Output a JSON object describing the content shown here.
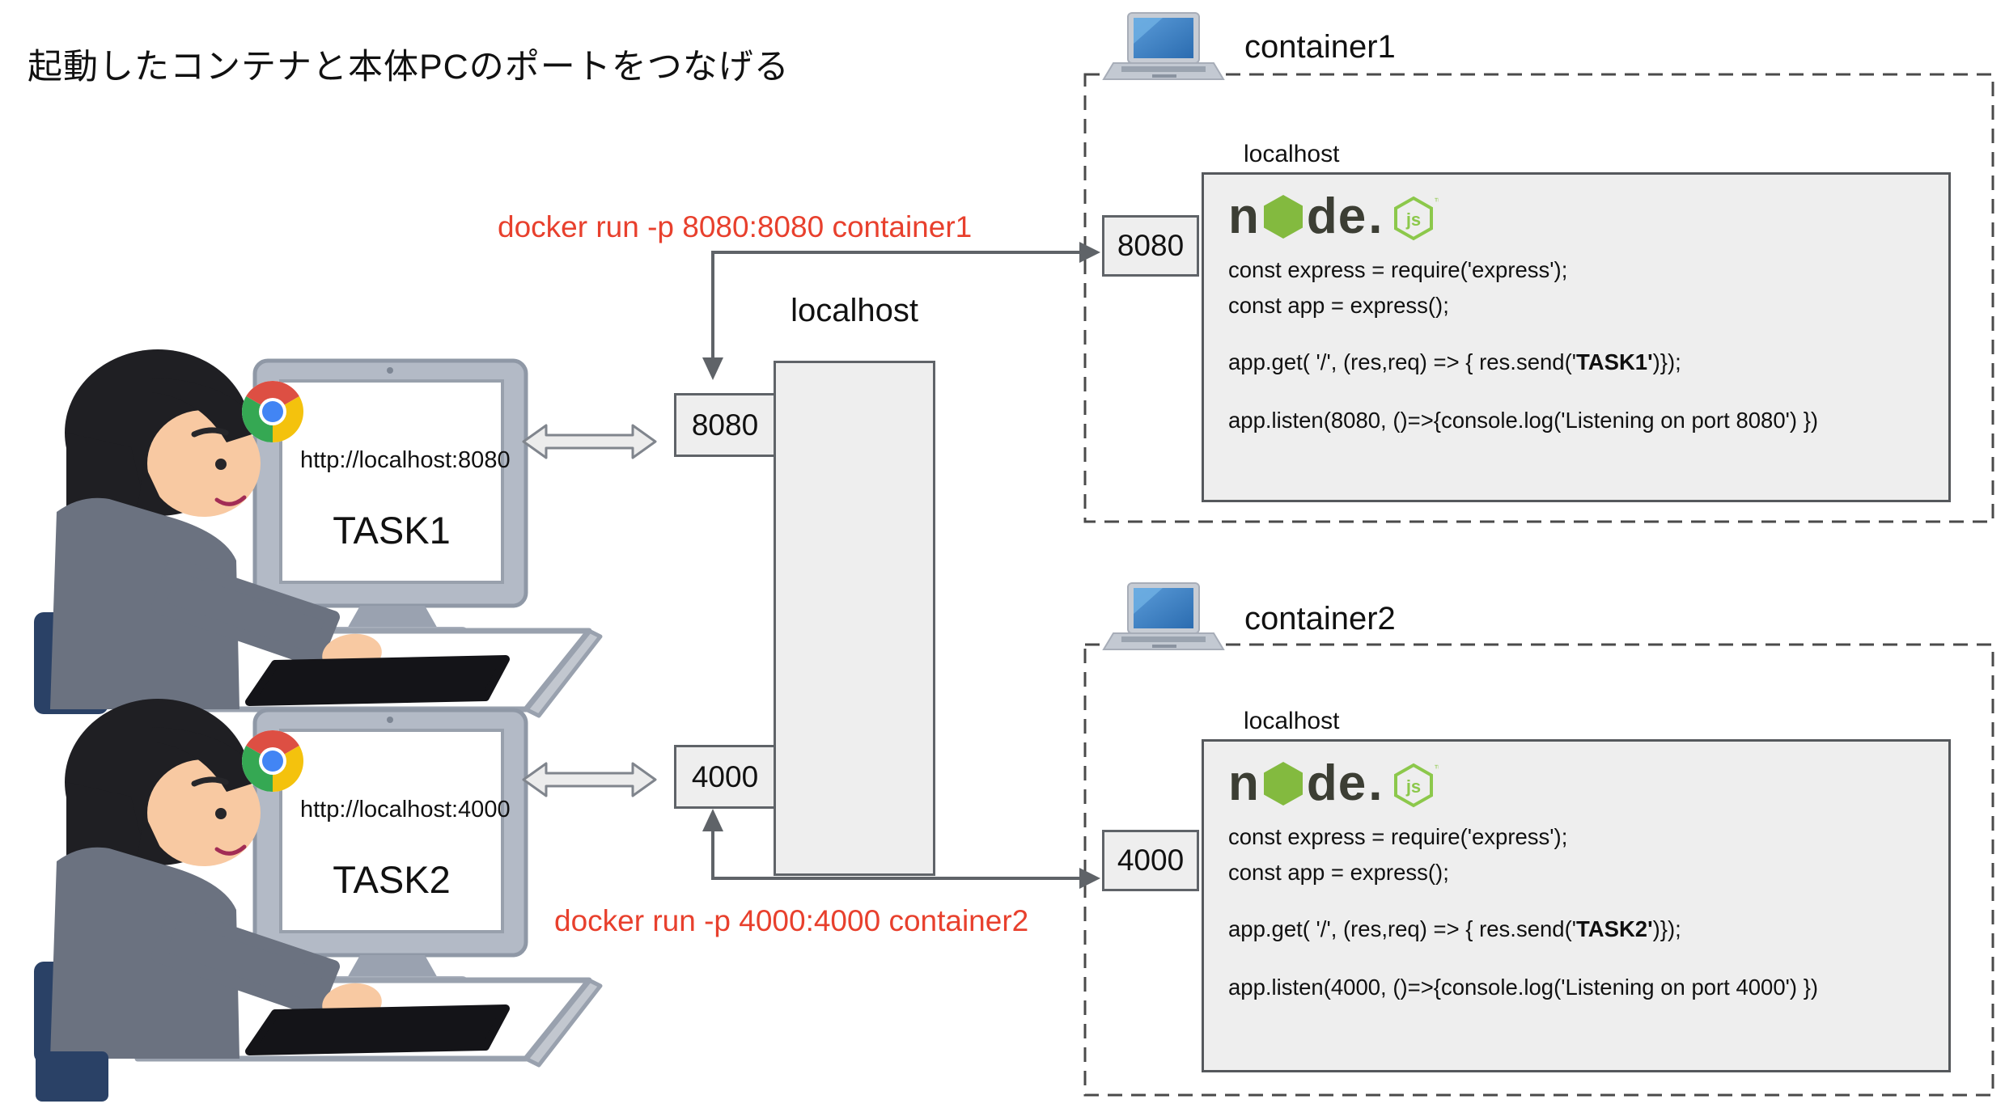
{
  "title": "起動したコンテナと本体PCのポートをつなげる",
  "colors": {
    "accent_red": "#e8402d",
    "box_bg": "#eeeeee",
    "box_border": "#5f6368",
    "dashed_border": "#4a4a4a",
    "node_green": "#83ba3f",
    "node_dark": "#3c3e34"
  },
  "host": {
    "label": "localhost",
    "ports": [
      "8080",
      "4000"
    ]
  },
  "commands": [
    {
      "text": "docker run -p 8080:8080 container1"
    },
    {
      "text": "docker run -p 4000:4000 container2"
    }
  ],
  "clients": [
    {
      "url": "http://localhost:8080",
      "screen": "TASK1"
    },
    {
      "url": "http://localhost:4000",
      "screen": "TASK2"
    }
  ],
  "nodejs_logo": {
    "n": "n",
    "d": "d",
    "e": "e",
    "dot": ".",
    "js": "js",
    "tm": "™"
  },
  "containers": [
    {
      "name": "container1",
      "localhost_label": "localhost",
      "port": "8080",
      "code": {
        "line1": "const express = require('express');",
        "line2": "const app = express();",
        "line3_pre": "app.get( '/', (res,req) => { res.send('",
        "line3_bold": "TASK1'",
        "line3_post": ")});",
        "line4": "app.listen(8080, ()=>{console.log('Listening on port 8080') })"
      }
    },
    {
      "name": "container2",
      "localhost_label": "localhost",
      "port": "4000",
      "code": {
        "line1": "const express = require('express');",
        "line2": "const app = express();",
        "line3_pre": "app.get( '/', (res,req) => { res.send('",
        "line3_bold": "TASK2'",
        "line3_post": ")});",
        "line4": "app.listen(4000, ()=>{console.log('Listening on port 4000') })"
      }
    }
  ]
}
